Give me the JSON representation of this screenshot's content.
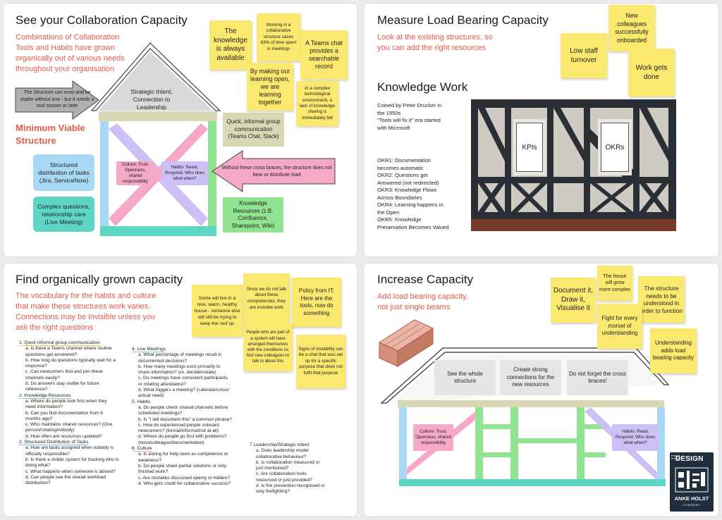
{
  "p1": {
    "title": "See your Collaboration Capacity",
    "subtitle_lines": [
      "Combinations of Collaboration",
      "Tools and Habits have grown",
      "organically out of various needs",
      "throughout your organisation"
    ],
    "arrow_left_text": "The Structure can exist and be stable without one - but it needs a roof sooner or later",
    "roof_text": "Strategic Intent, Connection to Leadership",
    "mvs_line1": "Minimum Viable",
    "mvs_line2": "Structure",
    "box_tasks": "Structured distribution of tasks (Jira, ServiceNow)",
    "box_complex": "Complex questions, relationship care (Live Meeting)",
    "culture": "Culture: Trust, Openness, shared responsibility",
    "habits": "Habits: Reest, Respond. Who does what when?",
    "arrow_right_text": "Without these cross braces, the structure does not bear or distribute load",
    "box_chat": "Quick, informal group communication (Teams Chat, Slack)",
    "box_knowledge": "Knowledge Resources (z.B. Confluence, Sharepoint, Wiki)",
    "stickies": {
      "always": "The knowledge is always available",
      "saves": "Working in a collaborative structure saves 83% of time spent in meetings",
      "teams": "A Teams chat provides a searchable record",
      "open": "By making our learning open, we are learning together",
      "complex": "In a complex technological environment, a lack of knowledge sharing is immediately felt"
    }
  },
  "p2": {
    "title": "Measure Load Bearing Capacity",
    "subtitle_lines": [
      "Look at the existing structures, so",
      "you can add the right resources"
    ],
    "stickies": {
      "new": "New colleagues successfully onboarded",
      "low": "Low staff turnover",
      "work": "Work gets done"
    },
    "knowledge_title": "Knowledge Work",
    "coined_lines": [
      "Coined by Peter Drucker in",
      "the 1950s",
      "\"Tools will fix it\" era started",
      "with Microsoft"
    ],
    "okr_lines": [
      "OKR1: Documentation",
      "becomes automatic",
      "OKR2: Questions get",
      "Answered (not redirected)",
      "OKR3: Knowledge Flows",
      "Across Boundaries",
      "OKR4: Learning happens in",
      "the Open",
      "OKR5: Knowledge",
      "Preservation Becomes Valued"
    ],
    "kpis": "KPIs",
    "okrs": "OKRs"
  },
  "p3": {
    "title": "Find organically grown capacity",
    "subtitle_lines": [
      "The vocabulary for the habits and culture",
      "that make these structures work varies.",
      "Connections may be invisible unless you",
      "ask the right questions"
    ],
    "stickies": {
      "house": "Some will live in a nice, warm, healthy house - someone else will still be trying to keep the roof up",
      "talk": "Since we do not talk about these competencies, they are invisible work",
      "policy": "Policy from IT: Here are the tools, now do something",
      "people": "People who are part of a system will have arranged themselves with the conditions so find new colleagues to talk to about this",
      "signs": "Signs of instability can be a chat that was set up for a specific purpose that does not fulfil that purpose"
    },
    "col1": [
      {
        "h": "1. Quick informal group communication:",
        "color": "#e9c94a",
        "items": [
          "a. Is there a Teams channel where routine",
          "questions get answered?",
          "b. How long do questions typically wait for a",
          "response?",
          "c. Can newcomers find and join these",
          "channels easily?",
          "d. Do answers stay visible for future",
          "reference?"
        ]
      },
      {
        "h": "2. Knowledge Resources",
        "color": "#8bd68b",
        "items": [
          "a. Where do people look first when they",
          "need information?",
          "b. Can you find documentation from 6",
          "months ago?",
          "c. Who maintains shared resources? (One",
          "person/rotating/nobody)",
          "d. How often are resources updated?"
        ]
      },
      {
        "h": "3. Structured Distribution of Tasks",
        "color": "#7ec3ec",
        "items": [
          "a. How are tasks assigned when nobody is",
          "officially responsible?",
          "b. Is there a visible system for tracking who is",
          "doing what?",
          "c. What happens when someone is absent?",
          "d. Can people see the overall workload",
          "distribution?"
        ]
      }
    ],
    "col2": [
      {
        "h": "4. Live Meetings",
        "color": "#7fd0c6",
        "items": [
          "a. What percentage of meetings result in",
          "documented decisions?",
          "b. How many meetings exist primarily to",
          "share information? (vs. decide/create)",
          "c. Do meetings have consistent participants",
          "or rotating attendance?",
          "d. What triggers a meeting? (calendar/crisis/",
          "actual need)"
        ]
      },
      {
        "h": "5. Habits",
        "color": "#ffffff",
        "items": [
          "a. Do people check shared channels before",
          "scheduled meetings?",
          "b. Is \"I will document this\" a common phrase?",
          "c. How do experienced people onboard",
          "newcomers? (formal/informal/not at all)",
          "d. Where do people go first with problems?",
          "(boss/colleague/documentation)"
        ]
      },
      {
        "h": "6. Culture",
        "color": "#f2a3c3",
        "items": [
          "a. Is asking for help seen as competence or",
          "weakness?",
          "b. Do people share partial solutions or only",
          "finished work?",
          "c. Are mistakes discussed openly or hidden?",
          "d. Who gets credit for collaborative success?"
        ]
      }
    ],
    "col3": [
      {
        "h": "7 Leadership/Strategic Intent",
        "color": "#ffffff",
        "items": [
          "a. Does leadership model",
          "collaborative behaviour?",
          "b. Is collaboration measured or",
          "just mentioned?",
          "c. Are collaboration tools",
          "resourced or just provided?",
          "d. Is fire prevention recognised or",
          "only firefighting?"
        ]
      }
    ]
  },
  "p4": {
    "title": "Increase Capacity",
    "subtitle_lines": [
      "Add load bearing capacity,",
      "not just single beams"
    ],
    "stickies": {
      "document": "Document it, Draw it, Visualise it",
      "grow": "The house will grow more complex",
      "structure": "The structure needs to be understood in order to function",
      "fight": "Fight for every morsel of understanding",
      "understanding": "Understanding adds load bearing capacity"
    },
    "boxes": [
      "See the whole structure",
      "Create strong connections for the new resources",
      "Do not forget the cross braces!"
    ],
    "culture": "Culture: Trust, Openness, shared responsibility",
    "habits": "Habits: Read, Respond. Who does what when?",
    "logo": {
      "top": "Product Process",
      "word": "DESIGN",
      "name": "ANKE HOLST",
      "sub": "COMPANY"
    }
  },
  "colors": {
    "sticky": "#fbe96f",
    "accent": "#e55a4a",
    "blue": "#a8d8f5",
    "green": "#90e390",
    "teal": "#5ed6c4",
    "pink": "#f6a8c8",
    "purple": "#ccc0f5",
    "tan": "#d8d9b4"
  }
}
